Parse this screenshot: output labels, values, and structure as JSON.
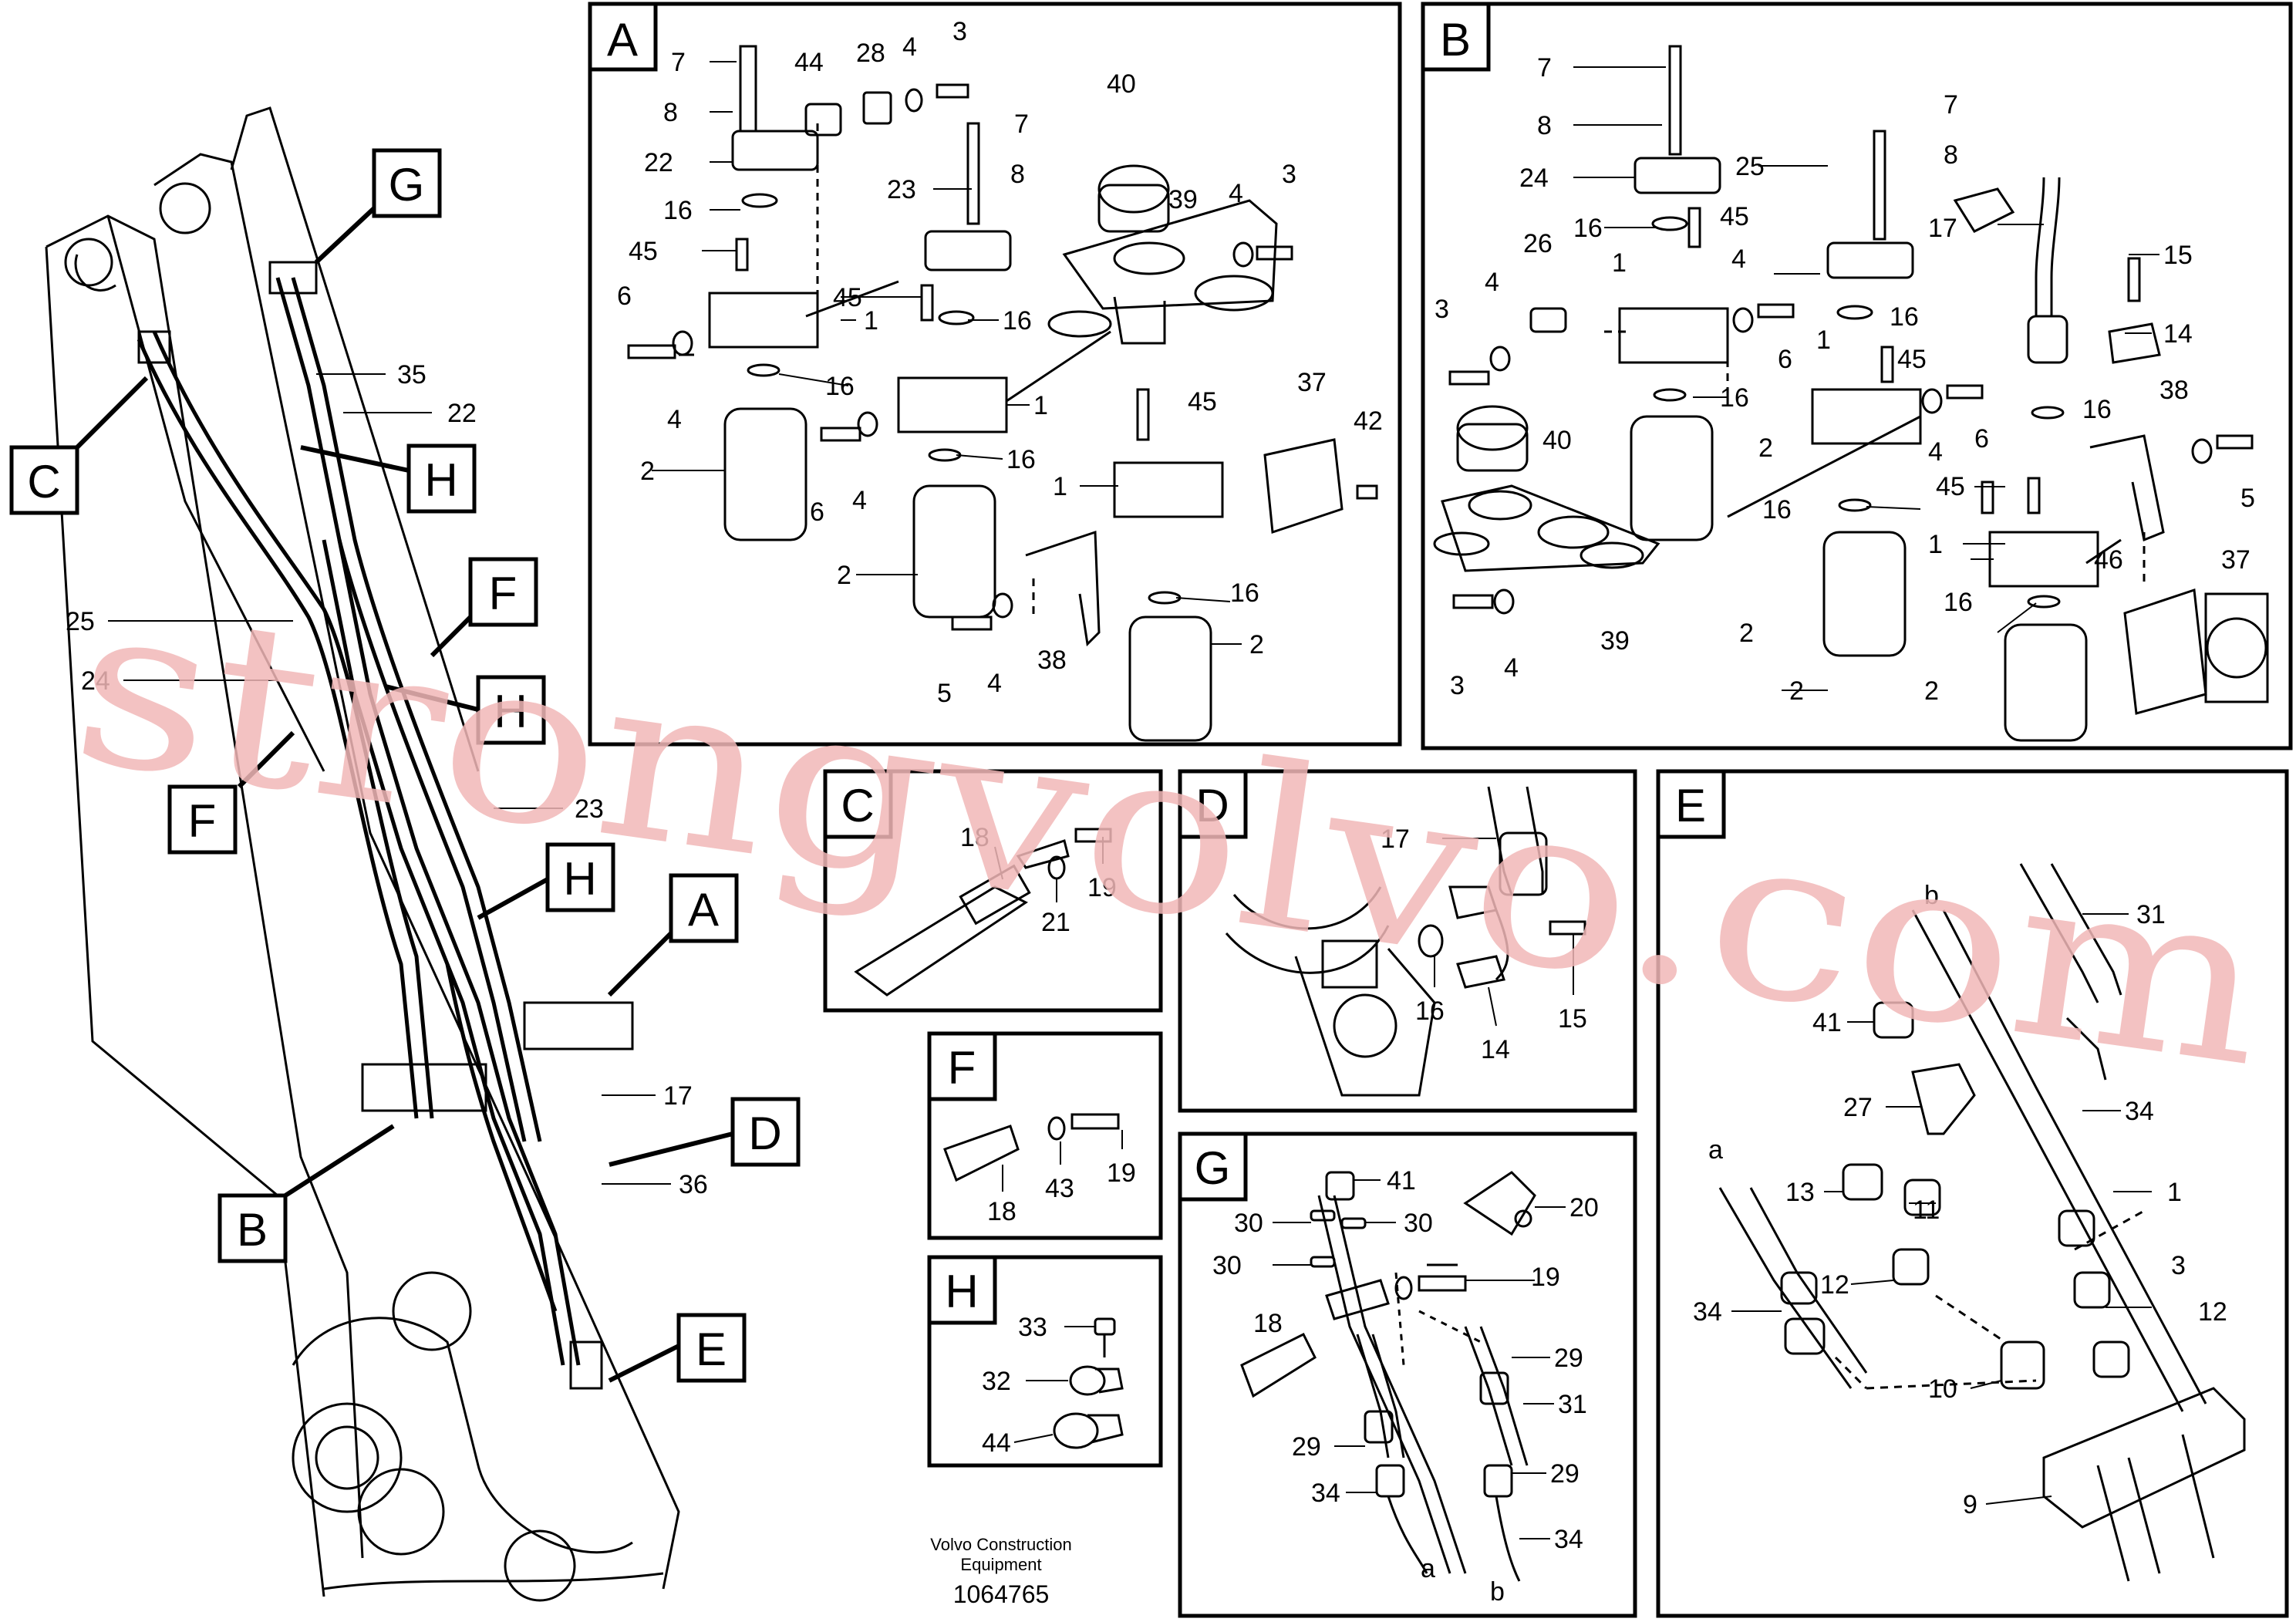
{
  "panels": {
    "A": {
      "title": "A",
      "labels": [
        "7",
        "8",
        "22",
        "16",
        "45",
        "6",
        "4",
        "2",
        "44",
        "28",
        "4",
        "3",
        "7",
        "23",
        "8",
        "45",
        "16",
        "1",
        "16",
        "1",
        "6",
        "4",
        "16",
        "2",
        "40",
        "39",
        "4",
        "3",
        "45",
        "37",
        "42",
        "1",
        "38",
        "5",
        "4",
        "16",
        "2"
      ]
    },
    "B": {
      "title": "B",
      "labels": [
        "7",
        "8",
        "24",
        "16",
        "45",
        "25",
        "7",
        "8",
        "17",
        "15",
        "26",
        "4",
        "1",
        "3",
        "4",
        "6",
        "16",
        "1",
        "16",
        "45",
        "14",
        "16",
        "38",
        "40",
        "2",
        "6",
        "4",
        "5",
        "45",
        "16",
        "2",
        "1",
        "46",
        "37",
        "3",
        "4",
        "39",
        "16",
        "2",
        "2"
      ]
    },
    "C": {
      "title": "C",
      "labels": [
        "18",
        "19",
        "21"
      ]
    },
    "D": {
      "title": "D",
      "labels": [
        "17",
        "16",
        "14",
        "15"
      ]
    },
    "E": {
      "title": "E",
      "labels": [
        "b",
        "31",
        "41",
        "27",
        "34",
        "a",
        "13",
        "11",
        "1",
        "3",
        "34",
        "12",
        "12",
        "10",
        "9"
      ]
    },
    "F": {
      "title": "F",
      "labels": [
        "18",
        "43",
        "19"
      ]
    },
    "G": {
      "title": "G",
      "labels": [
        "41",
        "30",
        "30",
        "30",
        "20",
        "19",
        "18",
        "29",
        "31",
        "29",
        "29",
        "34",
        "34",
        "a",
        "b"
      ]
    },
    "H": {
      "title": "H",
      "labels": [
        "33",
        "32",
        "44"
      ]
    }
  },
  "overview": {
    "callouts": [
      "G",
      "C",
      "H",
      "F",
      "H",
      "F",
      "H",
      "A",
      "D",
      "B",
      "E"
    ],
    "labels": [
      "35",
      "22",
      "25",
      "24",
      "23",
      "17",
      "36"
    ]
  },
  "footer": {
    "company_line1": "Volvo Construction",
    "company_line2": "Equipment",
    "part_number": "1064765"
  },
  "watermark": "strongvolvo.com"
}
